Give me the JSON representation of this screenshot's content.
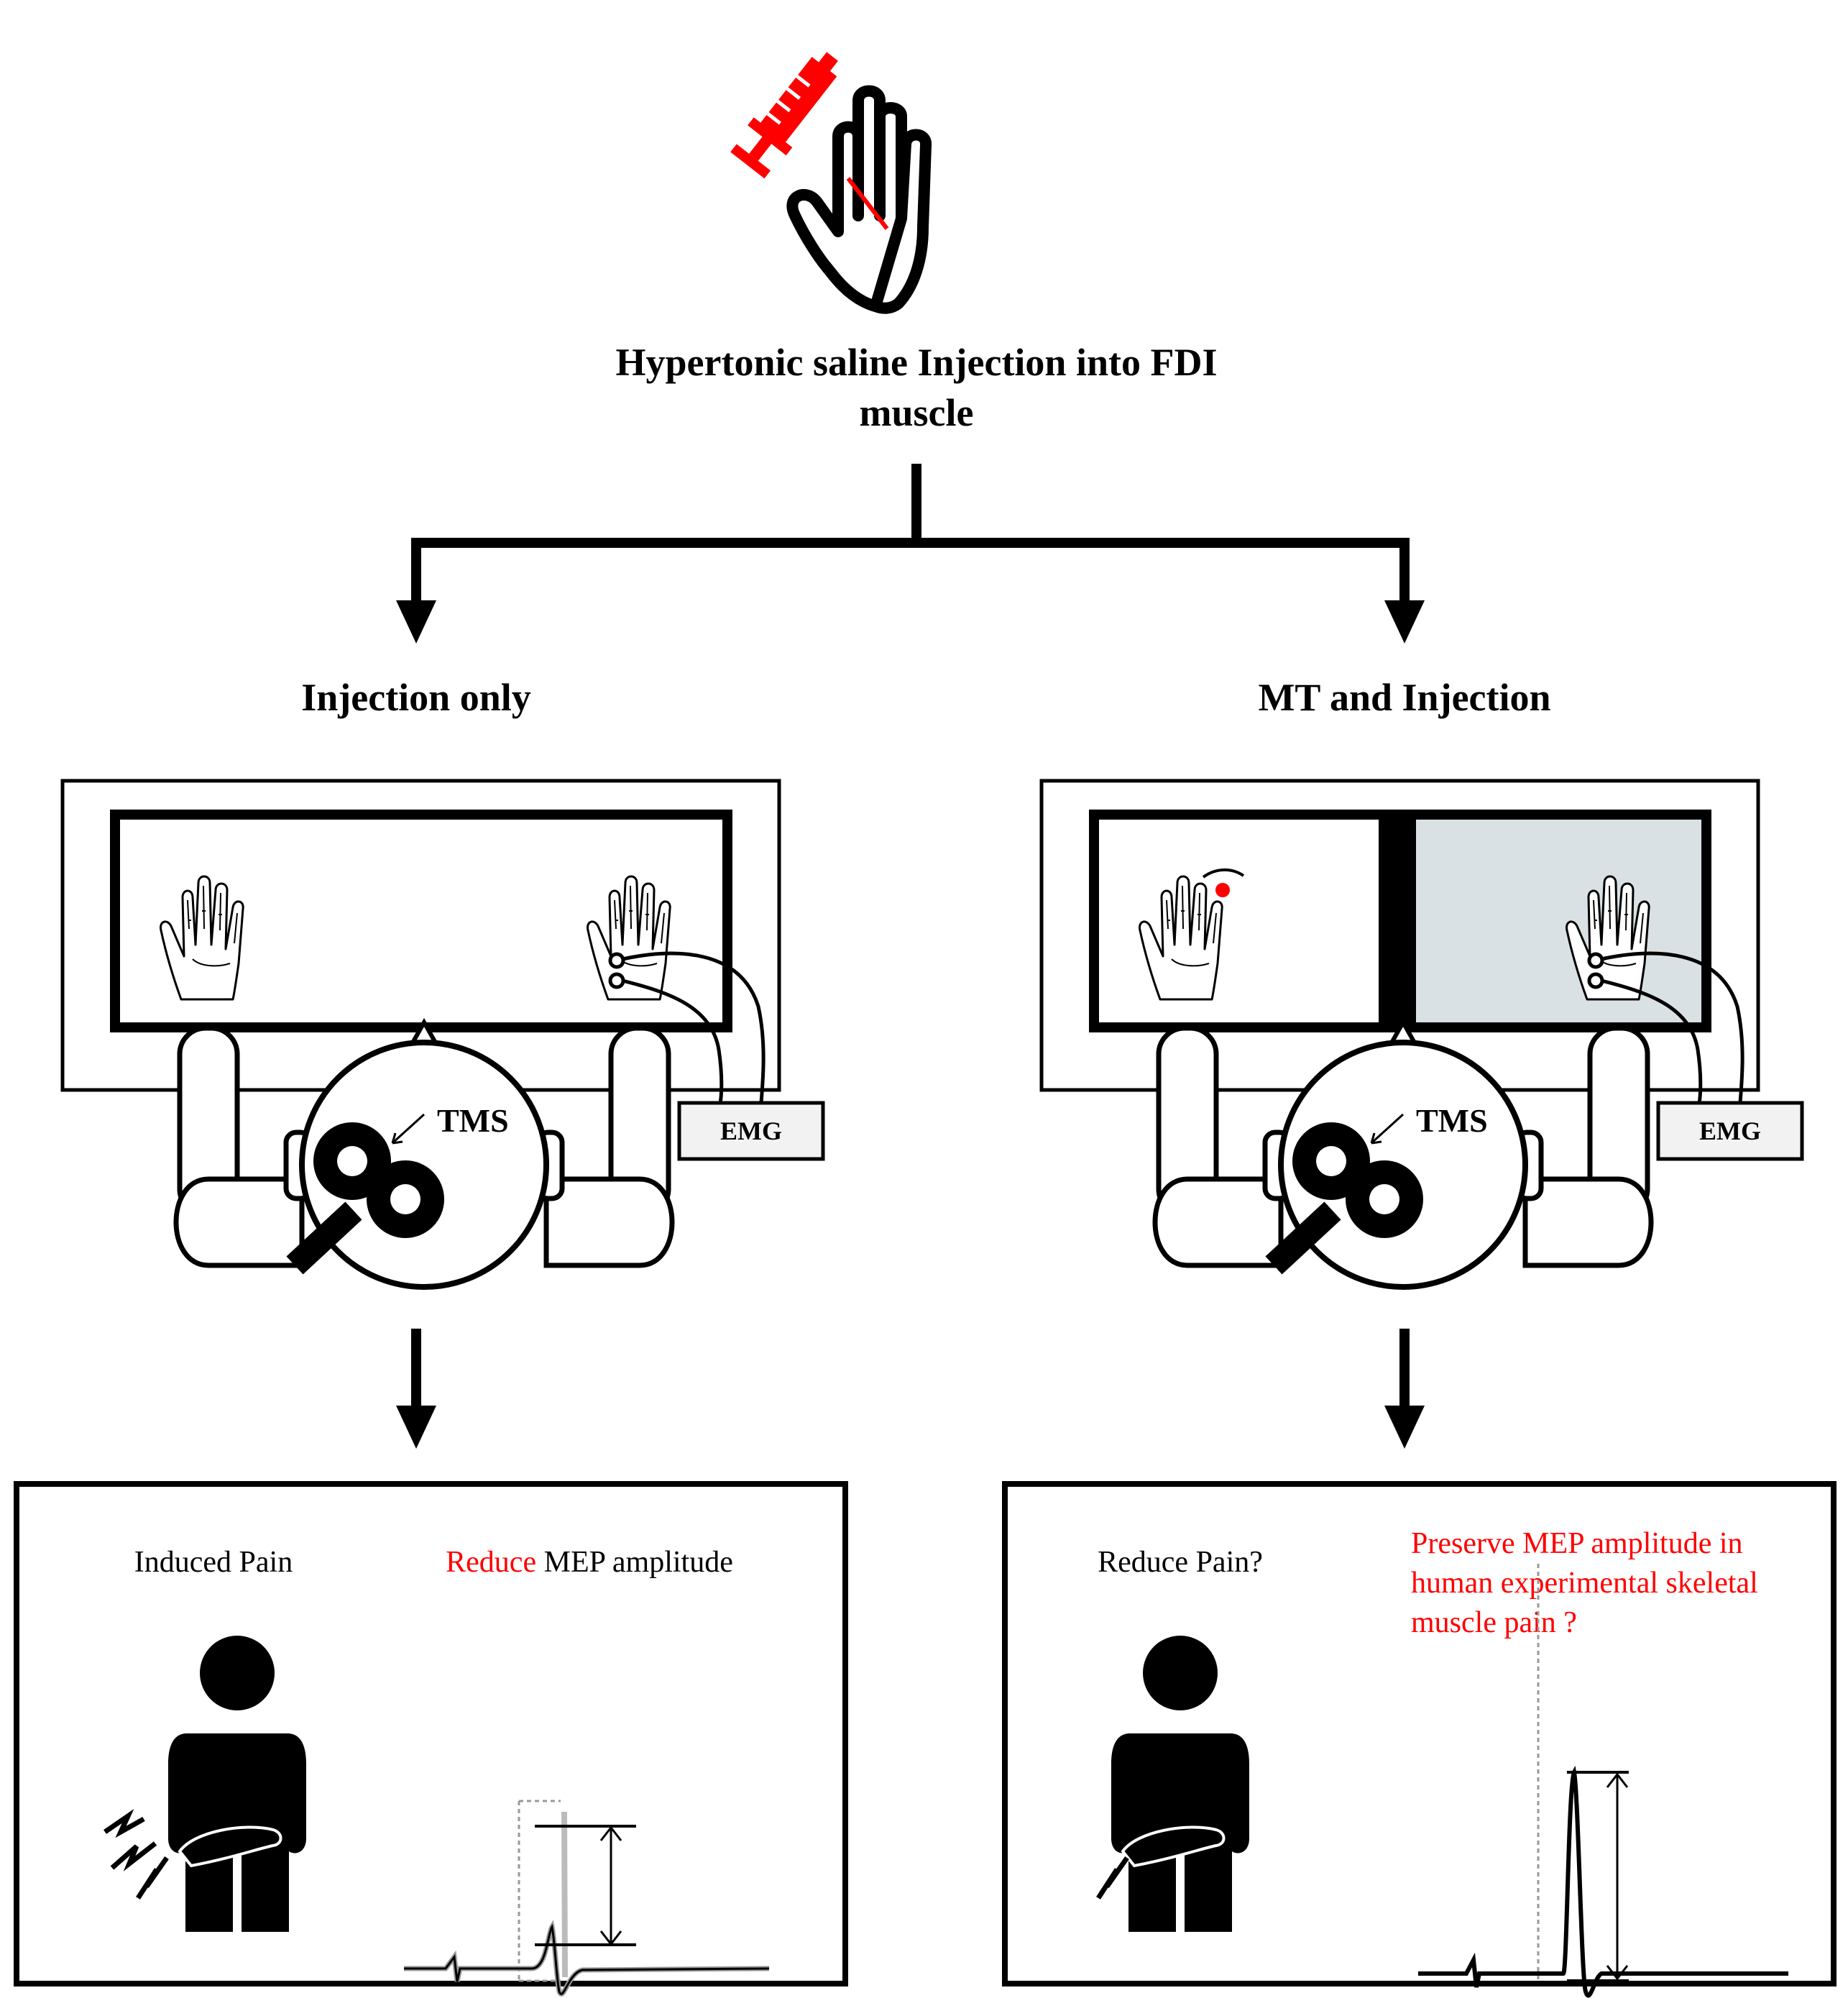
{
  "title": {
    "line1": "Hypertonic saline Injection into FDI",
    "line2": "muscle"
  },
  "branches": {
    "left_label": "Injection only",
    "right_label": "MT and Injection"
  },
  "setup": {
    "tms_label": "TMS",
    "emg_label": "EMG"
  },
  "outcomes": {
    "left": {
      "pain_label": "Induced Pain",
      "mep_highlight": "Reduce",
      "mep_rest": " MEP amplitude"
    },
    "right": {
      "pain_label": "Reduce Pain?",
      "mep_line1": "Preserve MEP amplitude in",
      "mep_line2": "human experimental skeletal",
      "mep_line3": "muscle pain ?"
    }
  },
  "colors": {
    "accent": "#ff0000",
    "ink": "#000000",
    "mirror_shade": "#d9e1e4",
    "emg_box": "#f2f2f2"
  },
  "icons": [
    "syringe-icon",
    "hand-icon",
    "head-icon",
    "tms-coil-icon",
    "person-icon",
    "pain-bolt-icon"
  ]
}
